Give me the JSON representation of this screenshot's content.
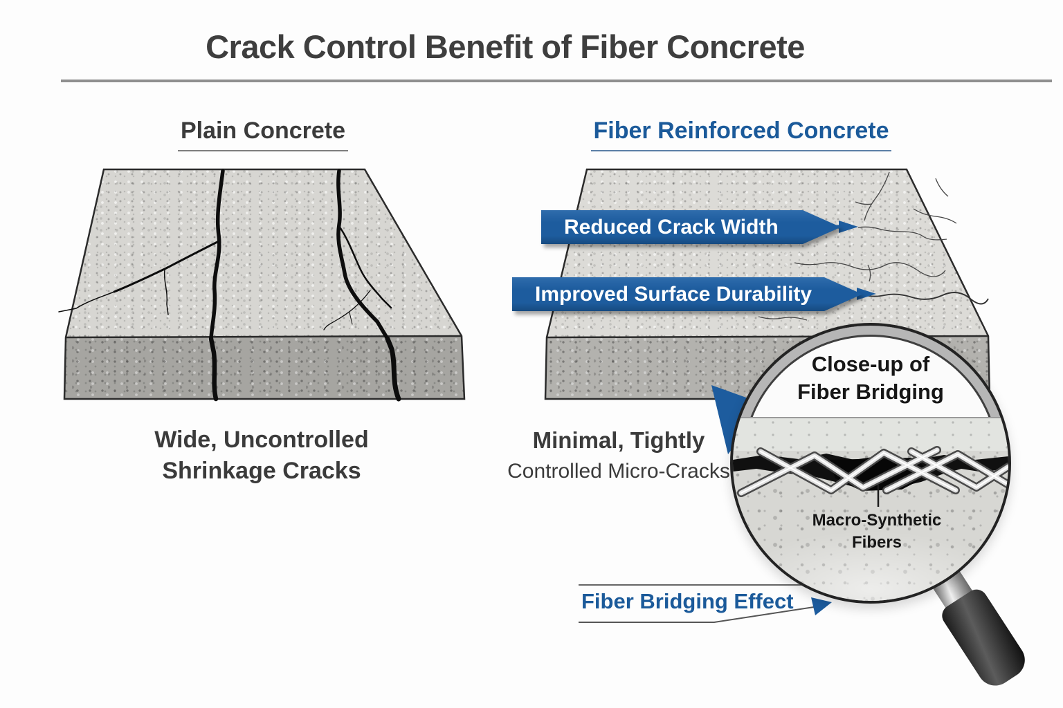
{
  "title": "Crack Control Benefit of Fiber Concrete",
  "left_panel": {
    "heading": "Plain Concrete",
    "caption_line1": "Wide, Uncontrolled",
    "caption_line2": "Shrinkage Cracks"
  },
  "right_panel": {
    "heading": "Fiber Reinforced Concrete",
    "banner1": "Reduced Crack Width",
    "banner2": "Improved Surface Durability",
    "caption_line1": "Minimal, Tightly",
    "caption_line2": "Controlled Micro-Cracks"
  },
  "magnifier": {
    "title_line1": "Close-up of",
    "title_line2": "Fiber Bridging",
    "label_line1": "Macro-Synthetic",
    "label_line2": "Fibers"
  },
  "footer": {
    "label": "Fiber Bridging Effect"
  },
  "colors": {
    "accent_blue": "#1d5c9e",
    "heading_blue": "#1b5a9a",
    "text_dark": "#3b3b3b",
    "crack_black": "#101010",
    "slab_top_gray": "#d7d6d2",
    "slab_front_gray": "#a6a5a1",
    "rule_gray": "#8f8f8f"
  }
}
